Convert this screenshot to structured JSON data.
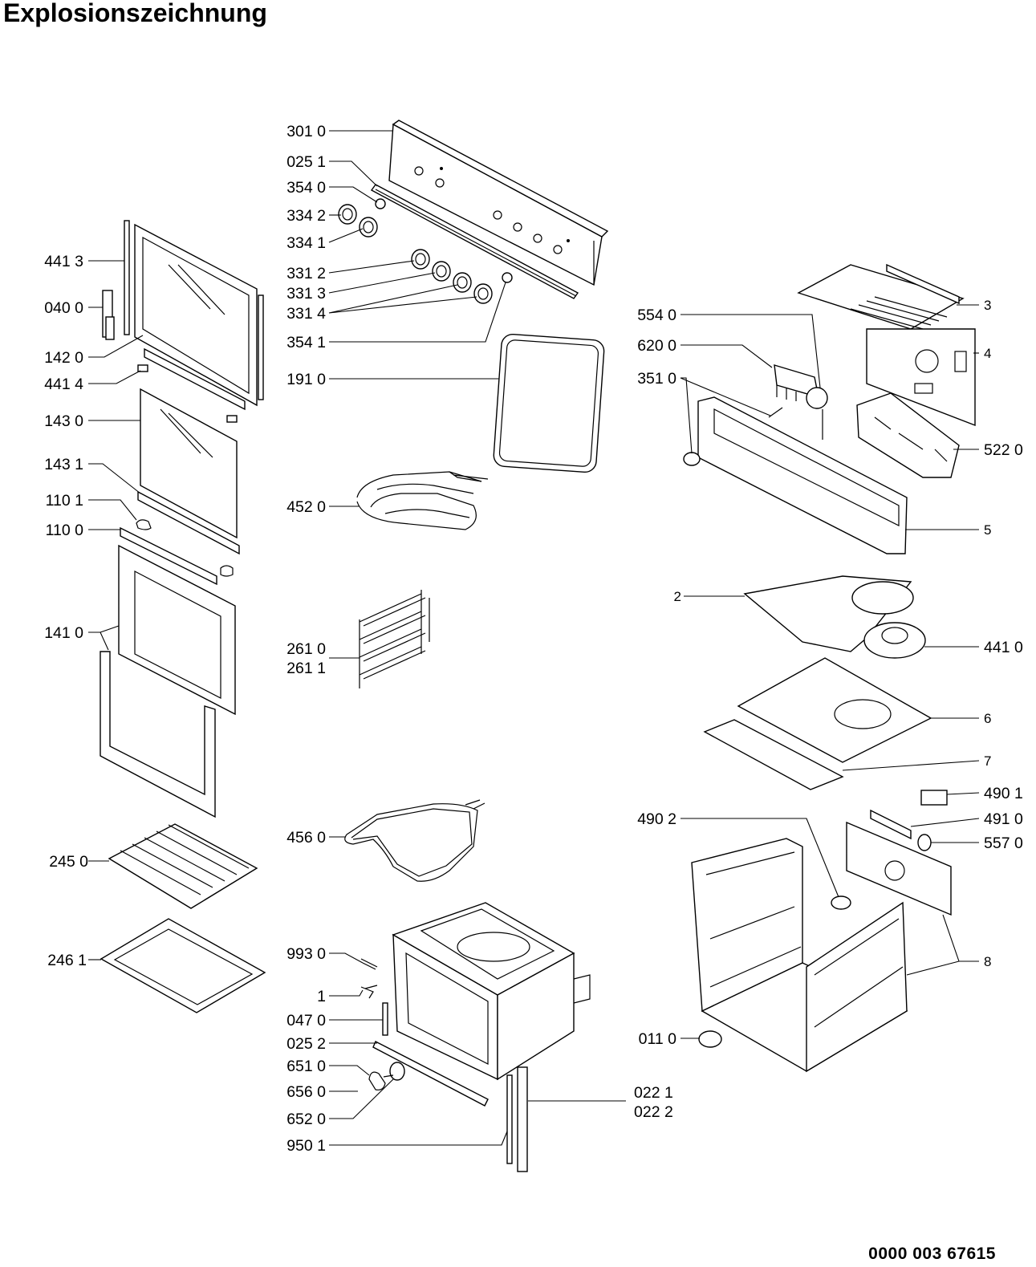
{
  "title": "Explosionszeichnung",
  "document_number": "0000 003 67615",
  "labels": {
    "l_301_0": "301 0",
    "l_025_1": "025 1",
    "l_354_0": "354 0",
    "l_334_2": "334 2",
    "l_334_1": "334 1",
    "l_331_2": "331 2",
    "l_331_3": "331 3",
    "l_331_4": "331 4",
    "l_354_1": "354 1",
    "l_191_0": "191 0",
    "l_452_0": "452 0",
    "l_261_0": "261 0",
    "l_261_1": "261 1",
    "l_456_0": "456 0",
    "l_993_0": "993 0",
    "l_1": "1",
    "l_047_0": "047 0",
    "l_025_2": "025 2",
    "l_651_0": "651 0",
    "l_656_0": "656 0",
    "l_652_0": "652 0",
    "l_950_1": "950 1",
    "l_022_1": "022 1",
    "l_022_2": "022 2",
    "l_441_3": "441 3",
    "l_040_0": "040 0",
    "l_142_0": "142 0",
    "l_441_4": "441 4",
    "l_143_0": "143 0",
    "l_143_1": "143 1",
    "l_110_1": "110 1",
    "l_110_0": "110 0",
    "l_141_0": "141 0",
    "l_245_0": "245 0",
    "l_246_1": "246 1",
    "l_554_0": "554 0",
    "l_620_0": "620 0",
    "l_351_0": "351 0",
    "l_3": "3",
    "l_4": "4",
    "l_522_0": "522 0",
    "l_5": "5",
    "l_2": "2",
    "l_441_0": "441 0",
    "l_6": "6",
    "l_7": "7",
    "l_490_1": "490 1",
    "l_491_0": "491 0",
    "l_557_0": "557 0",
    "l_490_2": "490 2",
    "l_8": "8",
    "l_011_0": "011 0"
  }
}
